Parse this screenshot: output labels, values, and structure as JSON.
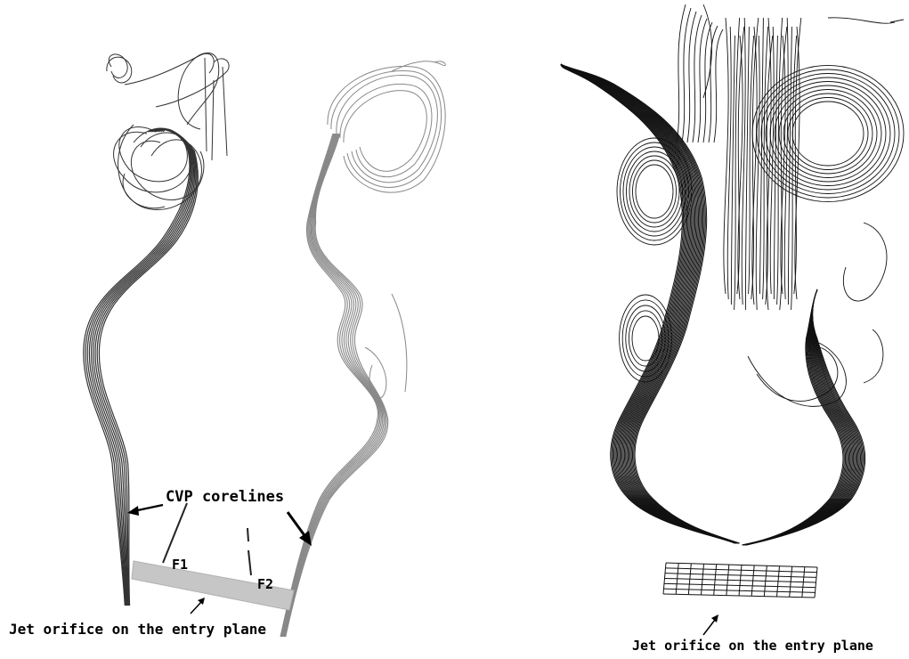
{
  "left_panel": {
    "labels": {
      "cvp": "CVP corelines",
      "f1": "F1",
      "f2": "F2",
      "caption": "Jet orifice on the entry plane"
    }
  },
  "right_panel": {
    "labels": {
      "caption": "Jet orifice on the entry plane"
    }
  }
}
